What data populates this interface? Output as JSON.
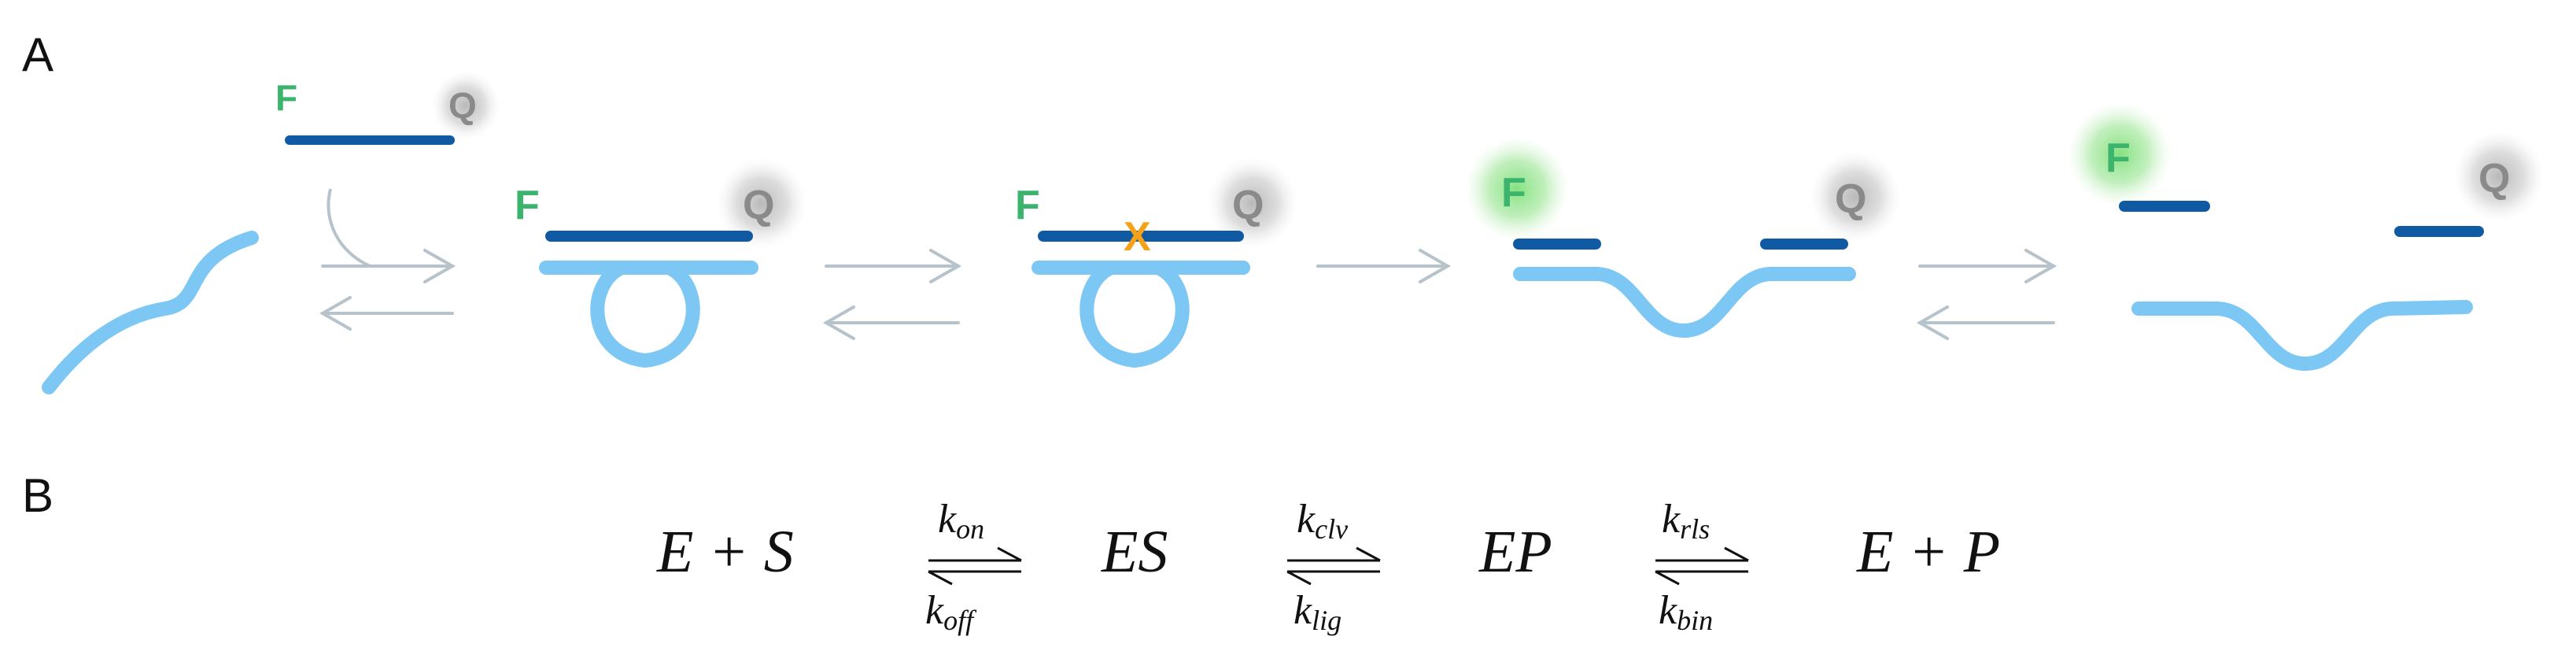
{
  "panels": {
    "a_label": "A",
    "b_label": "B"
  },
  "colors": {
    "substrate": "#7cc7f3",
    "enzyme_strand": "#0f5aa3",
    "arrow": "#b7c3cb",
    "fluorophore": "#3cb46e",
    "fluorophore_glow": "#8fe08a",
    "quencher": "#8a8a8a",
    "quencher_glow": "#c8c8c8",
    "cleavage": "#f5a21b"
  },
  "markers": {
    "fluorophore": "F",
    "quencher": "Q",
    "cleavage": "X"
  },
  "scheme": {
    "states": [
      "E + S",
      "ES",
      "EP",
      "E + P"
    ],
    "rates": [
      {
        "forward": "k",
        "forward_sub": "on",
        "reverse": "k",
        "reverse_sub": "off"
      },
      {
        "forward": "k",
        "forward_sub": "clv",
        "reverse": "k",
        "reverse_sub": "lig"
      },
      {
        "forward": "k",
        "forward_sub": "rls",
        "reverse": "k",
        "reverse_sub": "bin"
      }
    ]
  }
}
